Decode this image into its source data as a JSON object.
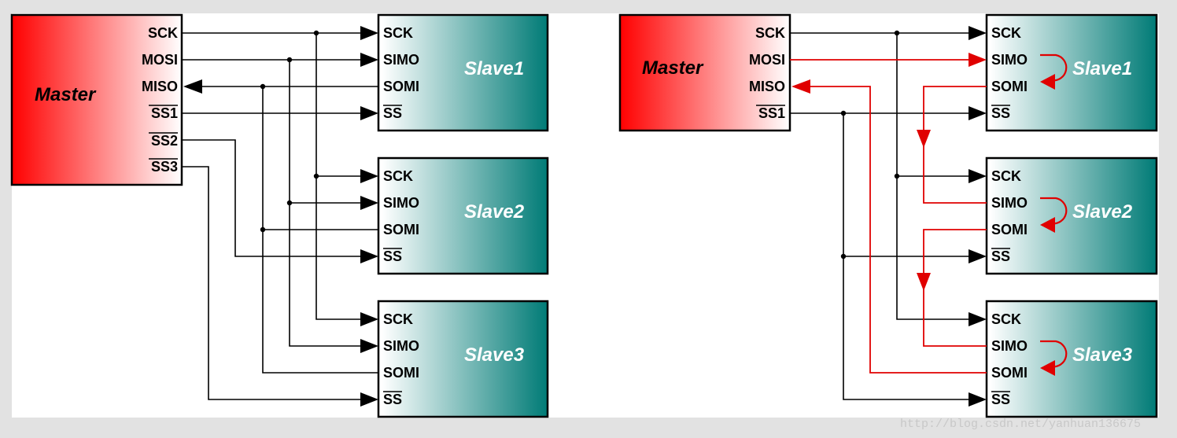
{
  "left": {
    "master": {
      "name": "Master",
      "pins": [
        "SCK",
        "MOSI",
        "MISO",
        "SS1",
        "SS2",
        "SS3"
      ]
    },
    "slaves": [
      {
        "name": "Slave1",
        "pins": [
          "SCK",
          "SIMO",
          "SOMI",
          "SS"
        ]
      },
      {
        "name": "Slave2",
        "pins": [
          "SCK",
          "SIMO",
          "SOMI",
          "SS"
        ]
      },
      {
        "name": "Slave3",
        "pins": [
          "SCK",
          "SIMO",
          "SOMI",
          "SS"
        ]
      }
    ]
  },
  "right": {
    "master": {
      "name": "Master",
      "pins": [
        "SCK",
        "MOSI",
        "MISO",
        "SS1"
      ]
    },
    "slaves": [
      {
        "name": "Slave1",
        "pins": [
          "SCK",
          "SIMO",
          "SOMI",
          "SS"
        ]
      },
      {
        "name": "Slave2",
        "pins": [
          "SCK",
          "SIMO",
          "SOMI",
          "SS"
        ]
      },
      {
        "name": "Slave3",
        "pins": [
          "SCK",
          "SIMO",
          "SOMI",
          "SS"
        ]
      }
    ]
  },
  "watermark": "http://blog.csdn.net/yanhuan136675",
  "colors": {
    "master_gradient_start": "#ff0000",
    "master_gradient_end": "#ffffff",
    "slave_gradient_start": "#ffffff",
    "slave_gradient_end": "#007b76",
    "wire_black": "#000000",
    "wire_red": "#e00000",
    "background": "#ffffff"
  }
}
